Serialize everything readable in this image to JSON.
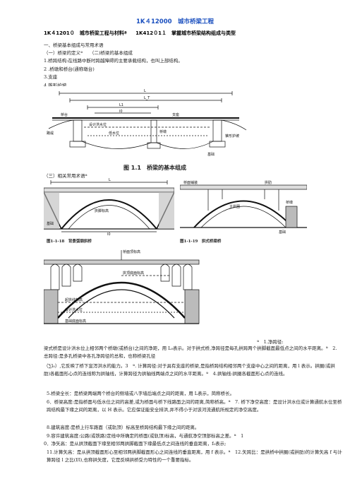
{
  "header": {
    "title": "1K４12000　城市桥梁工程",
    "sub1": "1K４1201０　城市桥梁工程与材料ª",
    "sub2": "1K412０1１　掌握城市桥梁结构组成与类型"
  },
  "outline": {
    "l1": "一、桥梁基本组成与常用术语",
    "l2": "（一）桥梁的定义ª　　（二)桥梁的基本组成",
    "l3": "1.桥跨结构:在线路中断时跨越障碍的主要承载结构，也叫上部结构。",
    "l4": "2 .桥墩和桥台(通称墩台)",
    "l5": "3.支座",
    "l6": "4.锥形护坡"
  },
  "fig1": {
    "caption": "图 1.1　桥梁的基本组成",
    "labels": {
      "L": "L",
      "LT": "L_T",
      "L1": "L1",
      "l0": "l0",
      "abutment": "桥台",
      "road": "路堤",
      "flood": "设计洪水位",
      "low": "低水位",
      "pier": "桥墩",
      "bearing": "支座",
      "slope": "锥形护坡",
      "found": "基础"
    }
  },
  "sub3": "（三）相关常用术语ª",
  "fig2": {
    "caption": "图1-1-18　背景弧钢拱桥",
    "labels": {
      "L": "L",
      "l0": "l0",
      "water": "拱脚标高",
      "found": "基础"
    }
  },
  "fig3": {
    "caption": "图1-1-19　拱式桥梁桥",
    "labels": {
      "deck": "桥面铺装",
      "rib": "拱肋",
      "arch": "主拱圈",
      "pier": "桥墩",
      "found": "基础"
    }
  },
  "fig4": {
    "labels": {
      "deck": "桥面顶标高",
      "crown": "拱顶底面标高",
      "spring": "起拱线标高",
      "water": "设计洪水位",
      "found": "基础底面标高"
    }
  },
  "body": {
    "p1": "ª　1.净跨径:",
    "p2": "梁式桥是设计洪水位上相邻两个桥墩(或桥台)之间的净距，用 L₀表示。对于拱式桥,净跨径是每孔拱跨两个拱脚截面最低点之间的水平距离。ª　2. 总跨径:是多孔桥梁中各孔净跨径的总和，也称桥梁孔径",
    "p3": "（∑l₀）,它反映了桥下宣泻洪水的能力。3　ª. 计算跨径:对于具有支座的桥梁,是指桥跨结构相邻两个支座中心之间的距离，用 l 表示。拱圈(或拱肋)各截面形心点的连线称为拱轴线，计算跨径为拱轴线两端点之间的水平距离。ª　4.拱轴线:拱圈各截面形心点的连线。",
    "p4": "5.桥梁全长：是桥梁两端两个桥台的侧墙或八字墙后端点之间的距离，用 L表示，简称桥长。",
    "p5": "6．桥梁高度:是指桥面与低水位之间的高差,或为桥面与桥下线路面之间的距离,简称桥高。ª　7. 桥下净空高度：是设计洪水位或计算通航水位至桥跨结构最下缘之间的距离，以 H 表示。它应保证能安全排洪,并不得小于对该河流通航所规定的净空高度。",
    "p6": "8.建筑高度:是桥上行车路面（或轨顶）标高至桥跨结构最下缘之间的距离。",
    "p7": "9.容许建筑高度:公路(或铁路)定线中所确定的桥面(或轨顶)标高，与通航净空顶部标高之差。ª　1",
    "p8": "0．净矢高：是从拱顶截面下缘至相邻两拱脚截面下缘最低点之间连线的垂直距离，f₀表示;",
    "p9": "11.计算矢高：是从拱顶截面形心至相邻两拱脚截面形心之间连线的垂直距离，用 f 表示。ª　12.矢跨比：是拱桥中拱圈(或拱肋)的计算矢高 f 与计算跨径 l 之比(f/l),也称拱矢度，它是反映拱桥受力特性的一个重要指标。"
  }
}
